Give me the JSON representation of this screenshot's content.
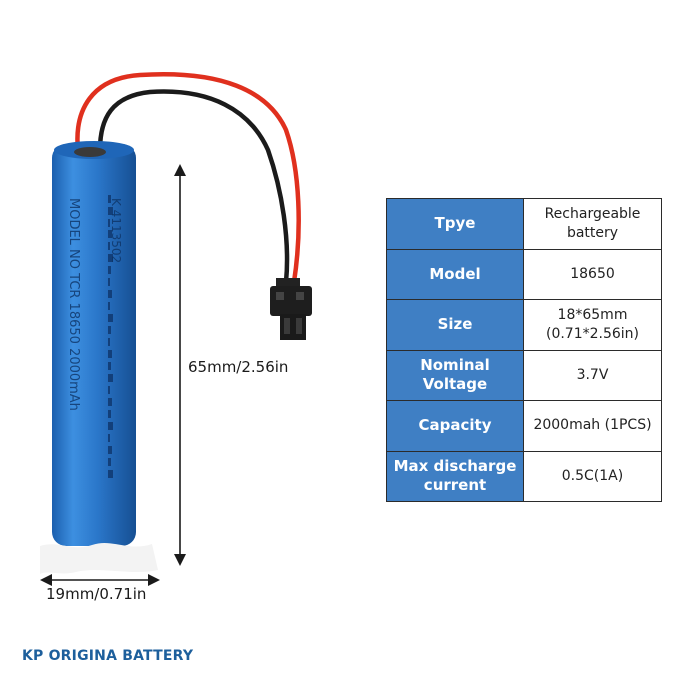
{
  "battery": {
    "label_lines": [
      "K 4113502",
      "MODEL NO TCR 18650 2000mAh"
    ],
    "color": "#2a76c9"
  },
  "dimensions": {
    "height_label": "65mm/2.56in",
    "width_label": "19mm/0.71in"
  },
  "brand": "KP ORIGINA BATTERY",
  "specs": [
    {
      "key": "Tpye",
      "value": "Rechargeable battery"
    },
    {
      "key": "Model",
      "value": "18650"
    },
    {
      "key": "Size",
      "value": "18*65mm (0.71*2.56in)"
    },
    {
      "key": "Nominal Voltage",
      "value": "3.7V"
    },
    {
      "key": "Capacity",
      "value": "2000mah (1PCS)"
    },
    {
      "key": "Max discharge current",
      "value": "0.5C(1A)"
    }
  ],
  "colors": {
    "table_header": "#3f7fc4",
    "brand_text": "#1d5f9c",
    "wire_red": "#e0301e",
    "wire_black": "#1b1b1b"
  }
}
